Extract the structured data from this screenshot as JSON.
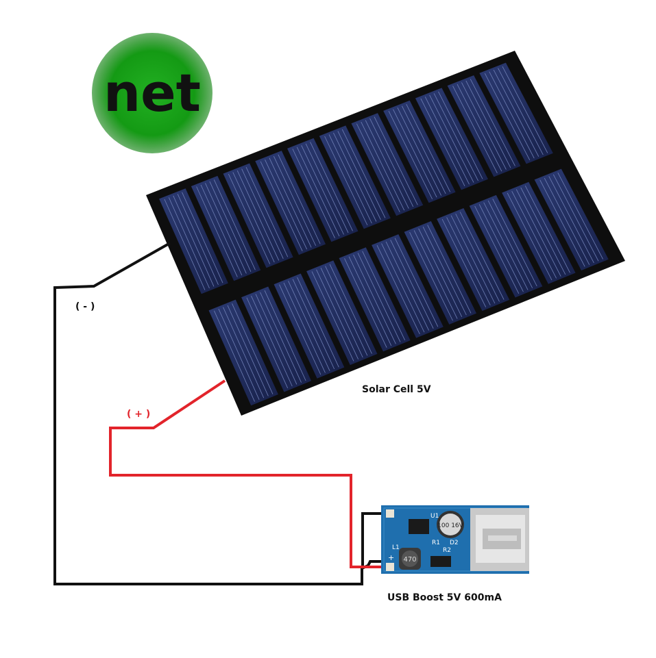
{
  "logo": {
    "text": "net",
    "color": "#1a9a1a"
  },
  "labels": {
    "solar": "Solar Cell 5V",
    "usb": "USB Boost 5V 600mA",
    "negative": "( - )",
    "positive": "( + )"
  },
  "board": {
    "capacitor": "100 16V",
    "inductor": "470",
    "r1": "R1",
    "r2": "R2",
    "d2": "D2",
    "l1": "L1",
    "u1": "U1",
    "plus": "+"
  },
  "colors": {
    "positive_wire": "#e2242b",
    "negative_wire": "#111111",
    "panel_frame": "#101010",
    "cell": "#1e2a55",
    "board": "#1d6aa8"
  }
}
